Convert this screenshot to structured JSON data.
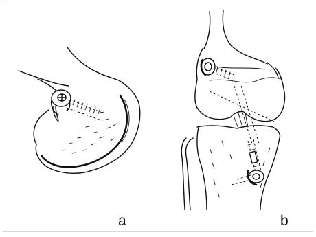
{
  "labels": {
    "panel_a": "a",
    "panel_b": "b"
  },
  "icons": [
    "femoral-condyle-screw-illustration",
    "knee-joint-screw-fixation-illustration"
  ]
}
